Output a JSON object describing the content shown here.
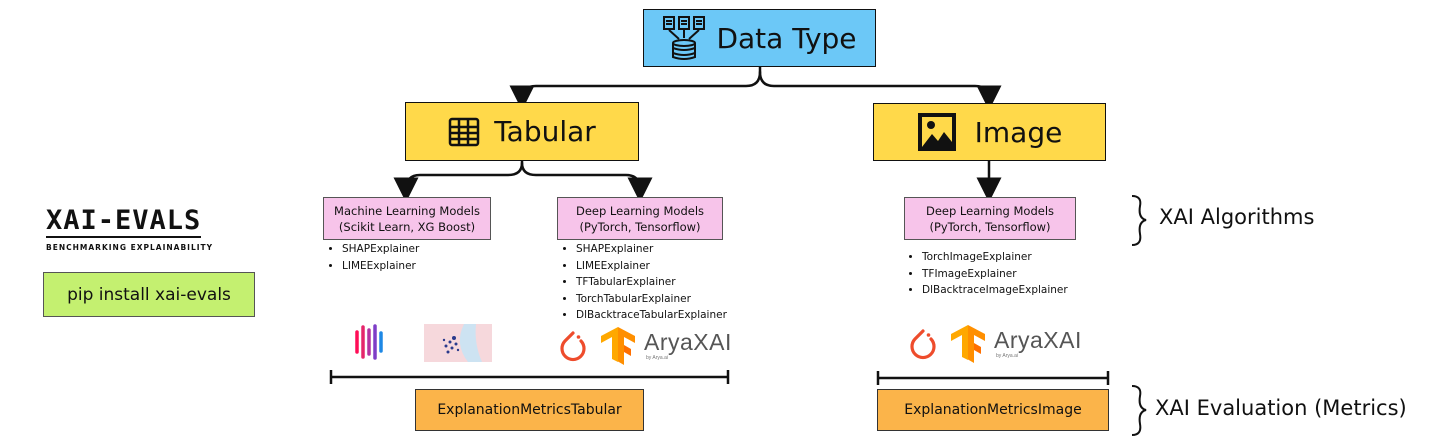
{
  "root": {
    "label": "Data Type",
    "icon": "database-documents-icon"
  },
  "branches": {
    "tabular": {
      "label": "Tabular",
      "icon": "table-grid-icon"
    },
    "image": {
      "label": "Image",
      "icon": "image-icon"
    }
  },
  "groups": {
    "tab_ml": {
      "title": "Machine Learning Models",
      "subtitle": "(Scikit Learn, XG Boost)",
      "items": [
        "SHAPExplainer",
        "LIMEExplainer"
      ]
    },
    "tab_dl": {
      "title": "Deep Learning Models",
      "subtitle": "(PyTorch, Tensorflow)",
      "items": [
        "SHAPExplainer",
        "LIMEExplainer",
        "TFTabularExplainer",
        "TorchTabularExplainer",
        "DlBacktraceTabularExplainer"
      ]
    },
    "img_dl": {
      "title": "Deep Learning Models",
      "subtitle": "(PyTorch, Tensorflow)",
      "items": [
        "TorchImageExplainer",
        "TFImageExplainer",
        "DlBacktraceImageExplainer"
      ]
    }
  },
  "metrics": {
    "tabular": "ExplanationMetricsTabular",
    "image": "ExplanationMetricsImage"
  },
  "side_labels": {
    "algorithms": "XAI Algorithms",
    "evaluation": "XAI Evaluation (Metrics)"
  },
  "brand": {
    "title": "XAI-EVALS",
    "subtitle": "BENCHMARKING EXPLAINABILITY",
    "install": "pip install xai-evals"
  },
  "logos": {
    "aryaxai": "AryaXAI",
    "aryaxai_by": "by Arya.ai"
  },
  "colors": {
    "root": "#6cc8f7",
    "branch": "#ffd94a",
    "model_group": "#f7c4ea",
    "metrics": "#fbb44a",
    "install": "#c4f070",
    "pytorch": "#ee4c2c",
    "tensorflow": "#ff8f00"
  }
}
